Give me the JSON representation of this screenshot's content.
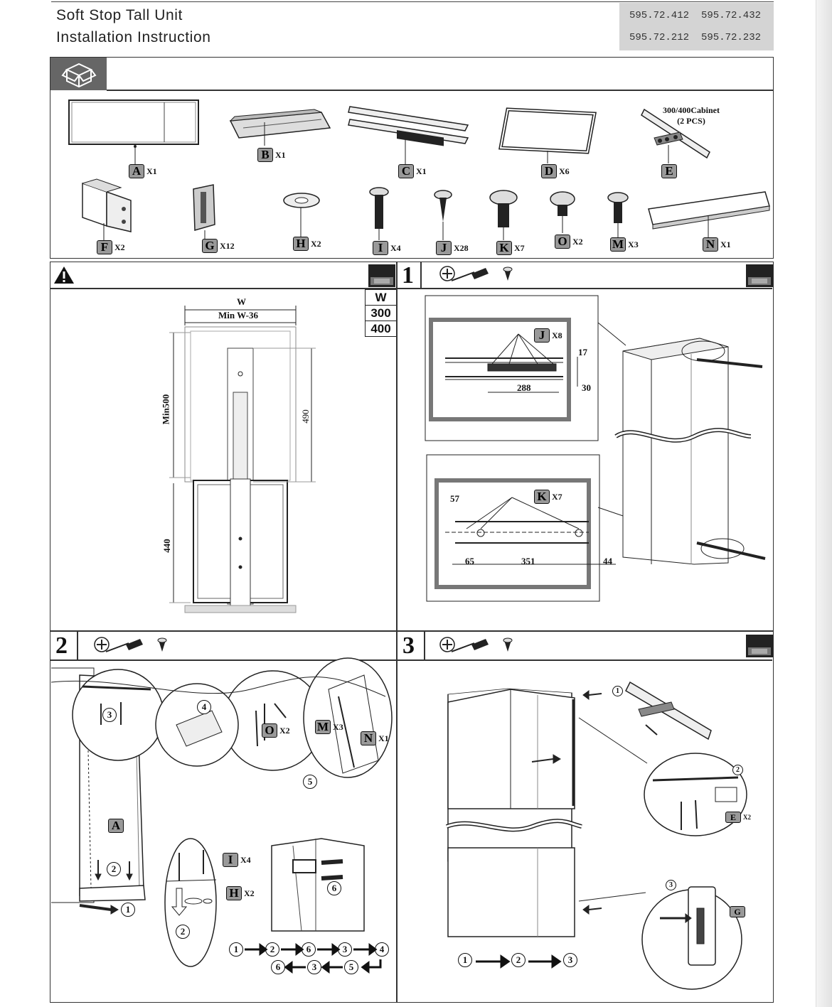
{
  "header": {
    "title_line1": "Soft Stop Tall Unit",
    "title_line2": "Installation  Instruction",
    "codes": [
      "595.72.412",
      "595.72.432",
      "595.72.212",
      "595.72.232"
    ]
  },
  "parts": {
    "A": {
      "key": "A",
      "qty": "X1"
    },
    "B": {
      "key": "B",
      "qty": "X1"
    },
    "C": {
      "key": "C",
      "qty": "X1"
    },
    "D": {
      "key": "D",
      "qty": "X6"
    },
    "E": {
      "key": "E",
      "qty": "",
      "note1": "300/400Cabinet",
      "note2": "(2 PCS)"
    },
    "F": {
      "key": "F",
      "qty": "X2"
    },
    "G": {
      "key": "G",
      "qty": "X12"
    },
    "H": {
      "key": "H",
      "qty": "X2"
    },
    "I": {
      "key": "I",
      "qty": "X4"
    },
    "J": {
      "key": "J",
      "qty": "X28"
    },
    "K": {
      "key": "K",
      "qty": "X7"
    },
    "O": {
      "key": "O",
      "qty": "X2"
    },
    "M": {
      "key": "M",
      "qty": "X3"
    },
    "N": {
      "key": "N",
      "qty": "X1"
    }
  },
  "warning_panel": {
    "w_table": [
      "W",
      "300",
      "400"
    ],
    "dim_w": "W",
    "dim_min_w": "Min W-36",
    "dim_min500": "Min500",
    "dim_490": "490",
    "dim_440": "440"
  },
  "step1": {
    "number": "1",
    "detail1": {
      "part": "J",
      "qty": "X8",
      "d17": "17",
      "d288": "288",
      "d30": "30"
    },
    "detail2": {
      "part": "K",
      "qty": "X7",
      "d57": "57",
      "d65": "65",
      "d351": "351",
      "d44": "44"
    }
  },
  "step2": {
    "number": "2",
    "labels": {
      "a": "A",
      "o": "O",
      "o_qty": "X2",
      "m": "M",
      "m_qty": "X3",
      "n": "N",
      "n_qty": "X1",
      "i": "I",
      "i_qty": "X4",
      "h": "H",
      "h_qty": "X2"
    },
    "circles": [
      "1",
      "2",
      "3",
      "4",
      "5",
      "6"
    ],
    "sequence_row1": [
      "1",
      "2",
      "6",
      "3",
      "4"
    ],
    "sequence_row2": [
      "6",
      "3",
      "5"
    ]
  },
  "step3": {
    "number": "3",
    "labels": {
      "e": "E",
      "e_qty": "X2",
      "g": "G"
    },
    "sequence": [
      "1",
      "2",
      "3"
    ]
  }
}
